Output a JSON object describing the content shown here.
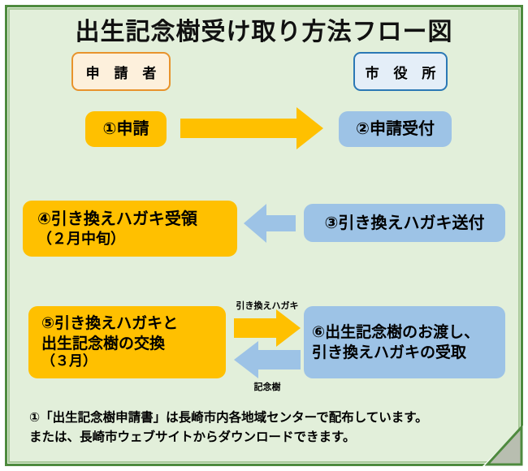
{
  "diagram": {
    "title": "出生記念樹受け取り方法フロー図",
    "lanes": {
      "applicant": "申 請 者",
      "city_hall": "市 役 所"
    },
    "steps": [
      {
        "id": "step1",
        "lines": [
          "①申請"
        ],
        "color": "#ffc000",
        "lane": "applicant"
      },
      {
        "id": "step2",
        "lines": [
          "②申請受付"
        ],
        "color": "#9dc3e6",
        "lane": "city_hall"
      },
      {
        "id": "step3",
        "lines": [
          "③引き換えハガキ送付"
        ],
        "color": "#9dc3e6",
        "lane": "city_hall"
      },
      {
        "id": "step4",
        "lines": [
          "④引き換えハガキ受領",
          "（２月中旬）"
        ],
        "color": "#ffc000",
        "lane": "applicant"
      },
      {
        "id": "step5",
        "lines": [
          "⑤引き換えハガキと",
          "出生記念樹の交換",
          "（３月）"
        ],
        "color": "#ffc000",
        "lane": "applicant"
      },
      {
        "id": "step6",
        "lines": [
          "⑥出生記念樹のお渡し、",
          "引き換えハガキの受取"
        ],
        "color": "#9dc3e6",
        "lane": "city_hall"
      }
    ],
    "arrows": [
      {
        "id": "arrow1",
        "direction": "right",
        "color": "#ffc000",
        "label": ""
      },
      {
        "id": "arrow3",
        "direction": "left",
        "color": "#9dc3e6",
        "label": ""
      },
      {
        "id": "arrow5",
        "direction": "right",
        "color": "#ffc000",
        "label": "引き換えハガキ"
      },
      {
        "id": "arrow6",
        "direction": "left",
        "color": "#9dc3e6",
        "label": "記念樹"
      }
    ],
    "footnote": [
      "①「出生記念樹申請書」は長崎市内各地域センターで配布しています。",
      "または、長崎市ウェブサイトからダウンロードできます。"
    ],
    "colors": {
      "background": "#e2efda",
      "frame_outer": "#4e8a3e",
      "frame_inner": "#a9c99a",
      "amber": "#ffc000",
      "blue": "#9dc3e6",
      "applicant_chip_fill": "#fdf0dc",
      "applicant_chip_border": "#e8932c",
      "cityhall_chip_fill": "#e4eef8",
      "cityhall_chip_border": "#2b78b5",
      "curl_fill": "#b8beb0"
    }
  }
}
